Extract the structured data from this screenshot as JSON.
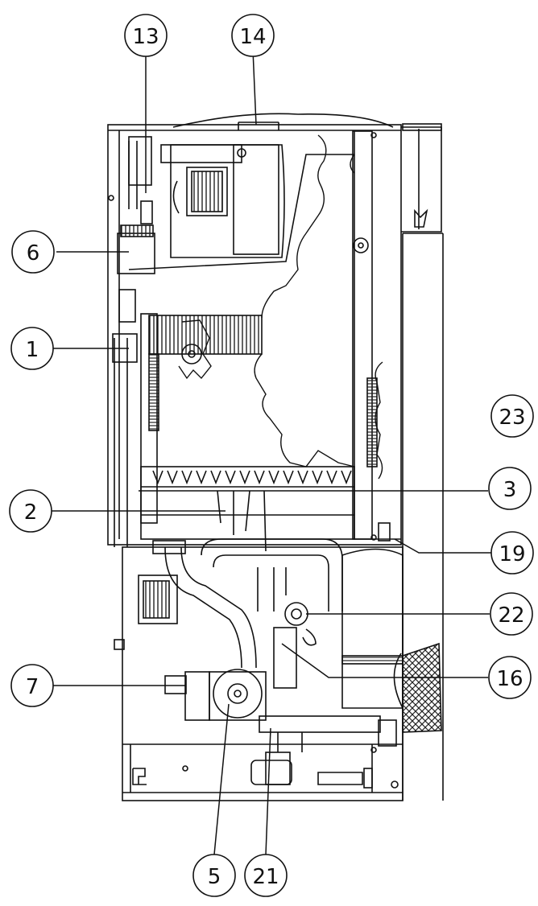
{
  "diagram": {
    "callouts": [
      {
        "id": "c13",
        "label": "13"
      },
      {
        "id": "c14",
        "label": "14"
      },
      {
        "id": "c6",
        "label": "6"
      },
      {
        "id": "c1",
        "label": "1"
      },
      {
        "id": "c23",
        "label": "23"
      },
      {
        "id": "c3",
        "label": "3"
      },
      {
        "id": "c2",
        "label": "2"
      },
      {
        "id": "c19",
        "label": "19"
      },
      {
        "id": "c22",
        "label": "22"
      },
      {
        "id": "c7",
        "label": "7"
      },
      {
        "id": "c16",
        "label": "16"
      },
      {
        "id": "c5",
        "label": "5"
      },
      {
        "id": "c21",
        "label": "21"
      }
    ],
    "colors": {
      "line": "#111111",
      "background": "#ffffff",
      "hatch": "#333333"
    }
  }
}
